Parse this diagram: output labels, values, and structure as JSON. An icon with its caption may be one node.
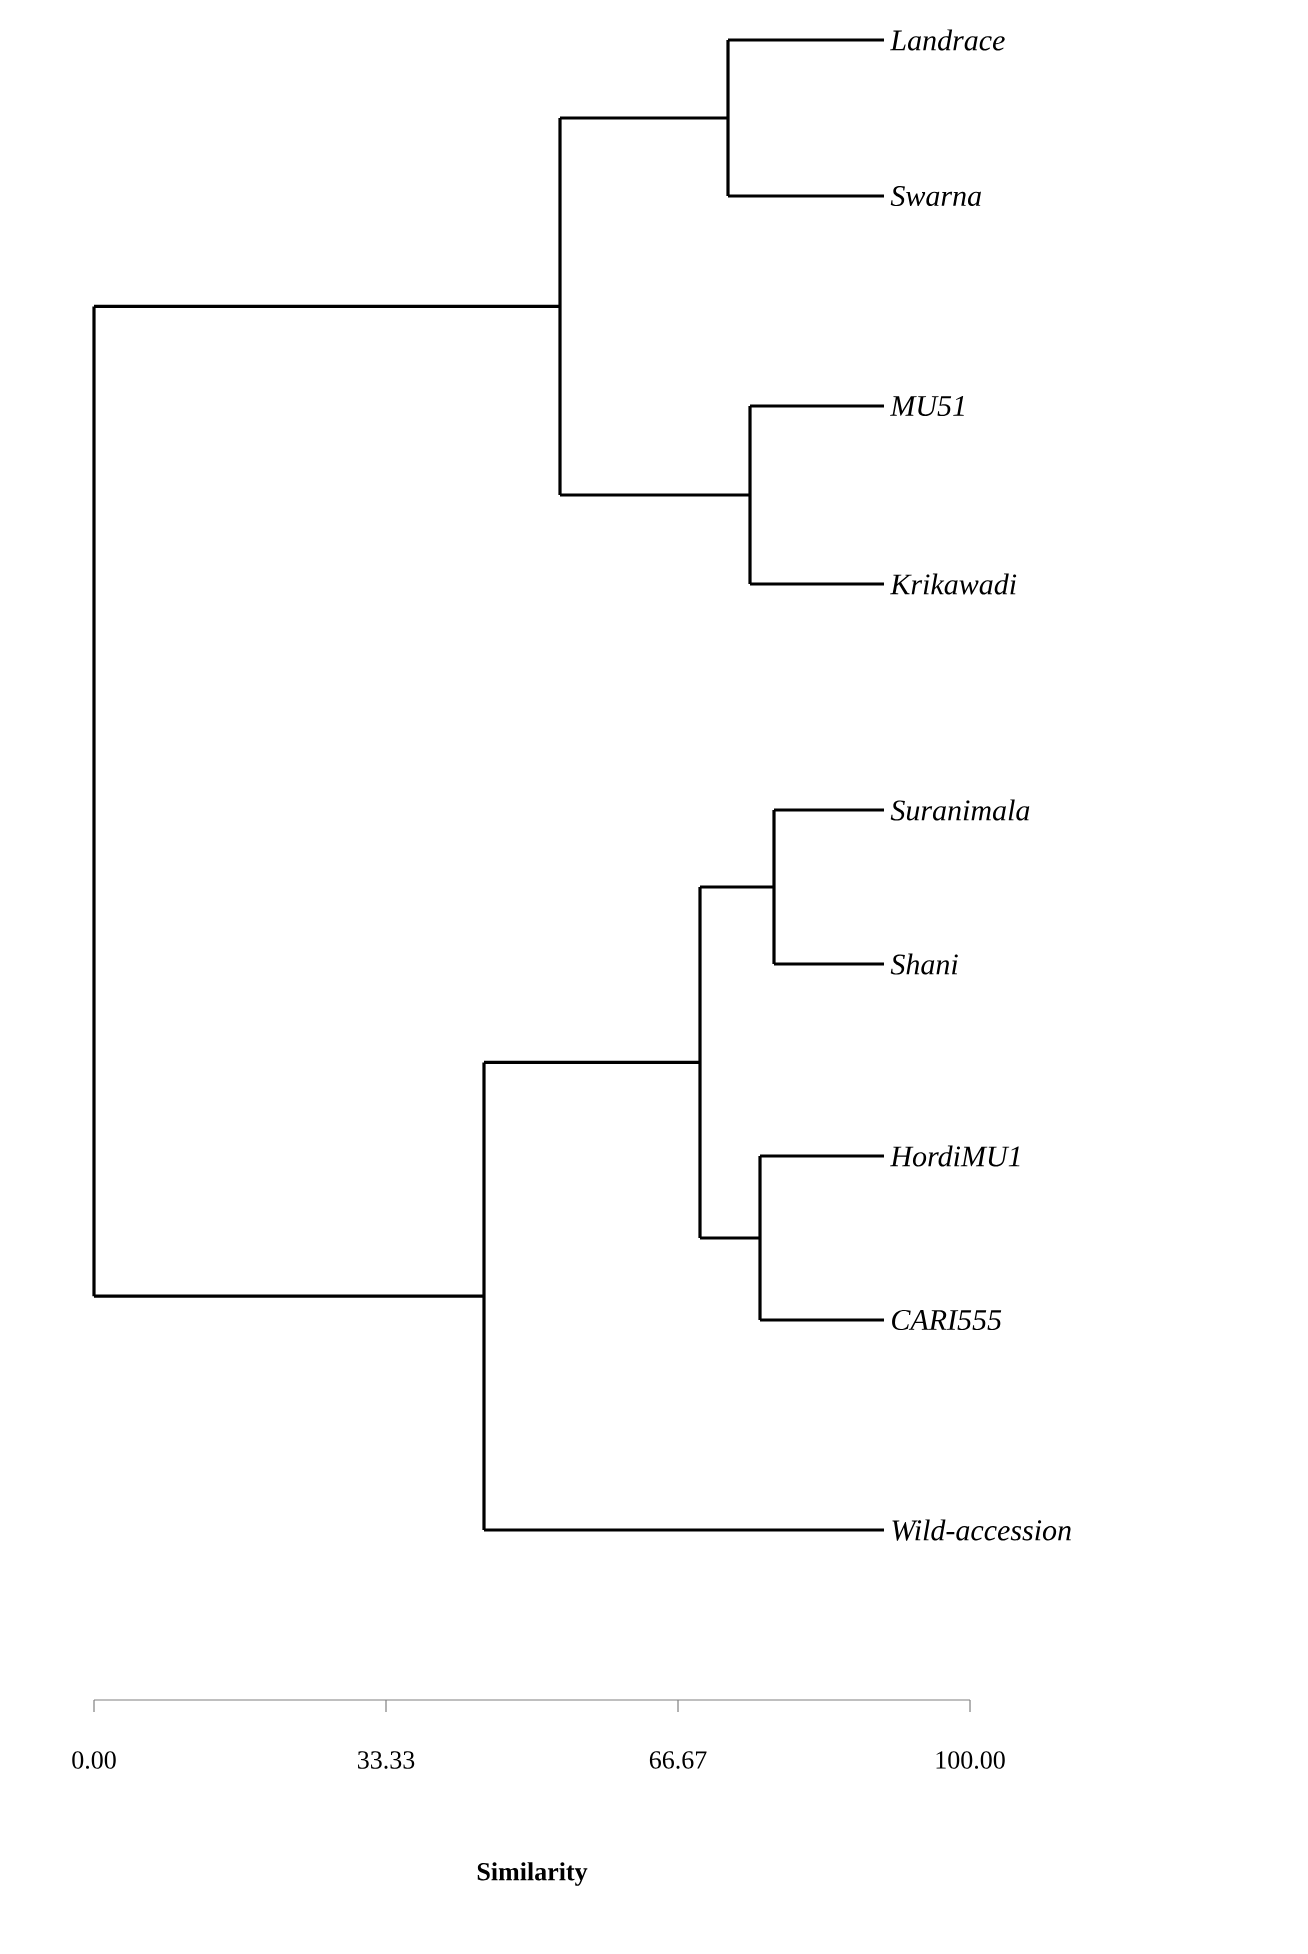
{
  "diagram": {
    "nodes": [
      {
        "text": [
          "Landrace"
        ]
      },
      {
        "text": [
          "Swarna"
        ]
      },
      {
        "text": [
          "MU51"
        ]
      },
      {
        "text": [
          "Krikawadi"
        ]
      },
      {
        "text": [
          "Suranimala"
        ]
      },
      {
        "text": [
          "Shani"
        ]
      },
      {
        "text": [
          "HordiMU1"
        ]
      },
      {
        "text": [
          "CARI555"
        ]
      },
      {
        "text": [
          "Wild-accession"
        ]
      },
      {
        "text": [],
        "shape": "bar"
      },
      {
        "text": [],
        "shape": "bar"
      },
      {
        "text": [],
        "shape": "bar"
      },
      {
        "text": [],
        "shape": "bar"
      },
      {
        "text": [],
        "shape": "bar"
      },
      {
        "text": [],
        "shape": "bar"
      },
      {
        "text": [],
        "shape": "bar"
      },
      {
        "text": [],
        "shape": "bar"
      }
    ],
    "edges": [
      {
        "from": 9,
        "to": 0,
        "arrow": "none"
      },
      {
        "from": 9,
        "to": 1,
        "arrow": "none"
      },
      {
        "from": 10,
        "to": 2,
        "arrow": "none"
      },
      {
        "from": 10,
        "to": 3,
        "arrow": "none"
      },
      {
        "from": 11,
        "to": 9,
        "arrow": "none"
      },
      {
        "from": 11,
        "to": 10,
        "arrow": "none"
      },
      {
        "from": 12,
        "to": 4,
        "arrow": "none"
      },
      {
        "from": 12,
        "to": 5,
        "arrow": "none"
      },
      {
        "from": 13,
        "to": 6,
        "arrow": "none"
      },
      {
        "from": 13,
        "to": 7,
        "arrow": "none"
      },
      {
        "from": 14,
        "to": 12,
        "arrow": "none"
      },
      {
        "from": 14,
        "to": 13,
        "arrow": "none"
      },
      {
        "from": 15,
        "to": 14,
        "arrow": "none"
      },
      {
        "from": 15,
        "to": 8,
        "arrow": "none"
      },
      {
        "from": 16,
        "to": 11,
        "arrow": "none"
      },
      {
        "from": 16,
        "to": 15,
        "arrow": "none"
      }
    ],
    "labels": [
      "0.00",
      "33.33",
      "66.67",
      "100.00",
      "Similarity"
    ]
  }
}
